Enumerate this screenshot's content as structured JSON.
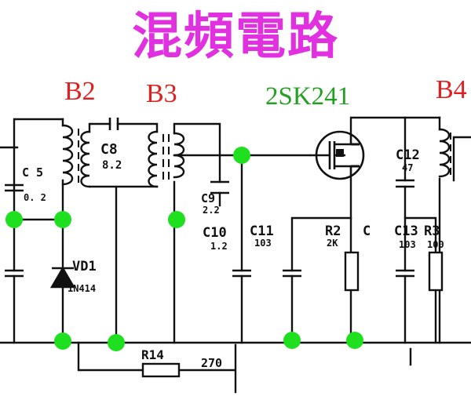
{
  "title": "混頻電路",
  "colors": {
    "title": "#e030e0",
    "transformer_label": "#e02020",
    "fet_label": "#22a022",
    "node": "#1fe01f",
    "wire": "#111111"
  },
  "transformers": [
    {
      "label": "B2"
    },
    {
      "label": "B3"
    },
    {
      "label": "B4"
    }
  ],
  "transistor": {
    "label": "2SK241"
  },
  "components": {
    "c5": {
      "name": "C  5",
      "value": "0.  2"
    },
    "c8": {
      "name": "C8",
      "value": "8.2"
    },
    "c9": {
      "name": "C9",
      "value": "2.2"
    },
    "c10": {
      "name": "C10",
      "value": "1.2"
    },
    "c11": {
      "name": "C11",
      "value": "103"
    },
    "r2": {
      "name": "R2",
      "value": "2K"
    },
    "c_r2": {
      "name": "C"
    },
    "c12": {
      "name": "C12",
      "value": "47"
    },
    "c13": {
      "name": "C13",
      "value": "103"
    },
    "r3": {
      "name": "R3",
      "value": "100"
    },
    "vd1": {
      "name": "VD1",
      "value": "1N414"
    },
    "r14": {
      "name": "R14",
      "value": "270"
    }
  }
}
